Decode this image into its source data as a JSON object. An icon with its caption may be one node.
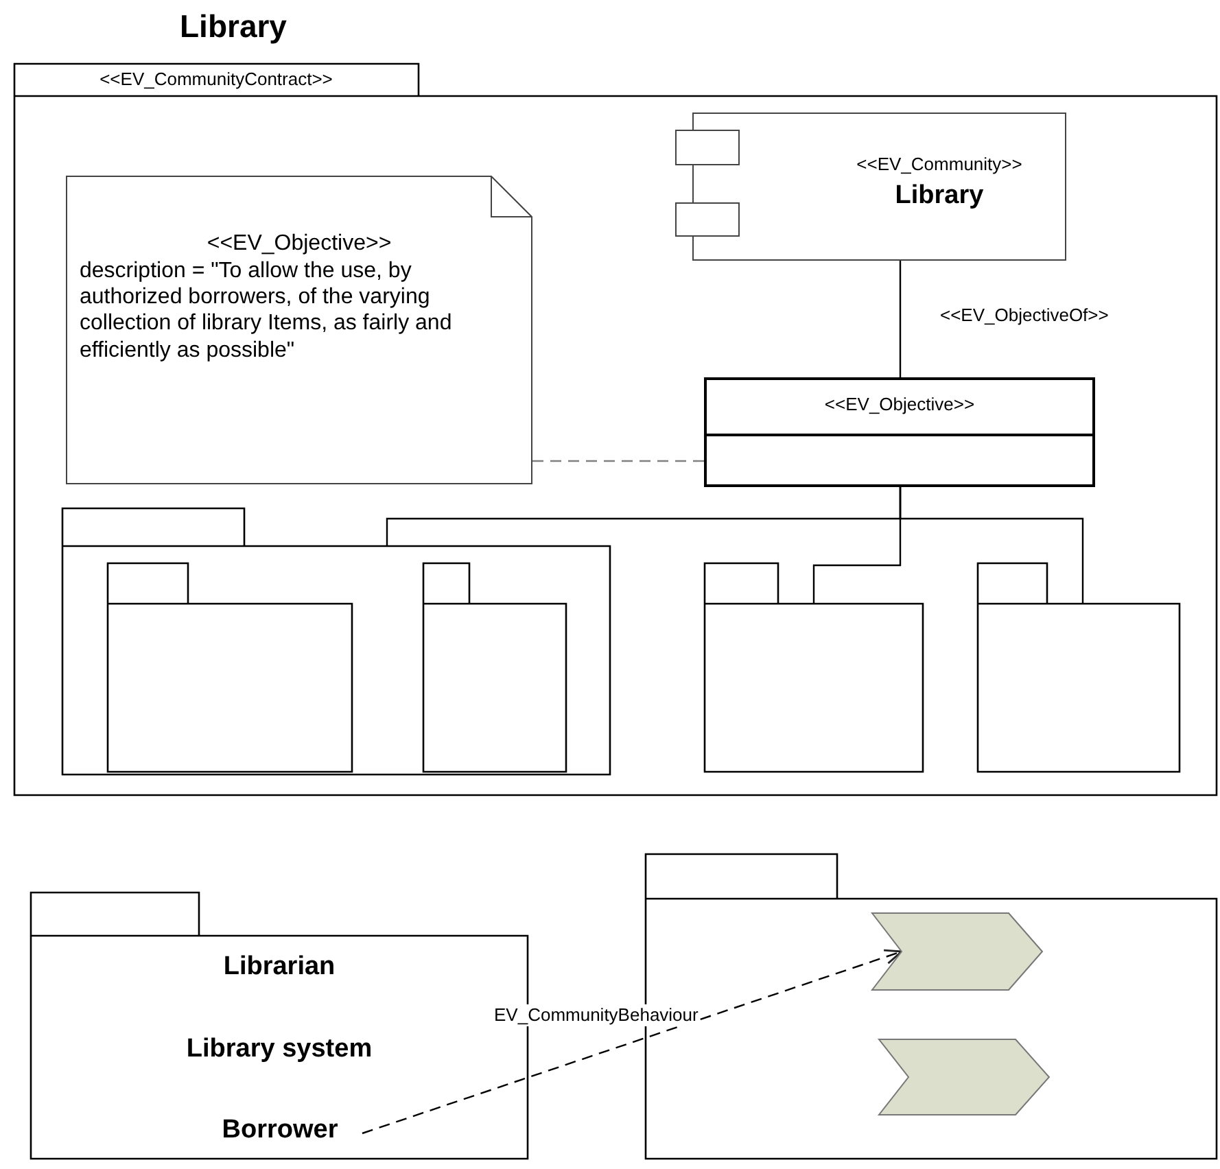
{
  "diagram": {
    "nodes": [
      {
        "text": [
          "Library",
          "<<EV_CommunityContract>>"
        ]
      },
      {
        "text": [
          "<<EV_Community>>",
          "Library"
        ],
        "in": 0
      },
      {
        "text": [
          "<<EV_Objective>>",
          "description = \"To allow the use, by authorized borrowers, of the varying collection of library Items, as fairly and efficiently as possible\""
        ],
        "in": 0
      },
      {
        "text": [
          "<<EV_Objective>>"
        ],
        "in": 0
      },
      {
        "text": [],
        "shape": "folder",
        "in": 0
      },
      {
        "text": [],
        "shape": "folder",
        "in": 4
      },
      {
        "text": [],
        "shape": "folder",
        "in": 4
      },
      {
        "text": [],
        "shape": "folder",
        "in": 0
      },
      {
        "text": [],
        "shape": "folder",
        "in": 0
      },
      {
        "text": [
          "Librarian",
          "Library system"
        ]
      },
      {
        "text": [
          "Borrower"
        ],
        "in": 9
      },
      {
        "text": [],
        "shape": "folder"
      },
      {
        "text": [],
        "shape": "chevron",
        "in": 11
      },
      {
        "text": [],
        "shape": "chevron",
        "in": 11
      }
    ],
    "edges": [
      {
        "from": 1,
        "to": 3,
        "arrow": "none",
        "label": "<<EV_ObjectiveOf>>"
      },
      {
        "from": 2,
        "to": 3,
        "arrow": "none",
        "style": "dashed",
        "color": "#808080"
      },
      {
        "from": 3,
        "to": 4,
        "arrow": "none"
      },
      {
        "from": 3,
        "to": 7,
        "arrow": "none"
      },
      {
        "from": 3,
        "to": 8,
        "arrow": "none"
      },
      {
        "from": 10,
        "to": 12,
        "arrow": "to",
        "style": "dashed",
        "label": "EV_CommunityBehaviour"
      }
    ]
  }
}
